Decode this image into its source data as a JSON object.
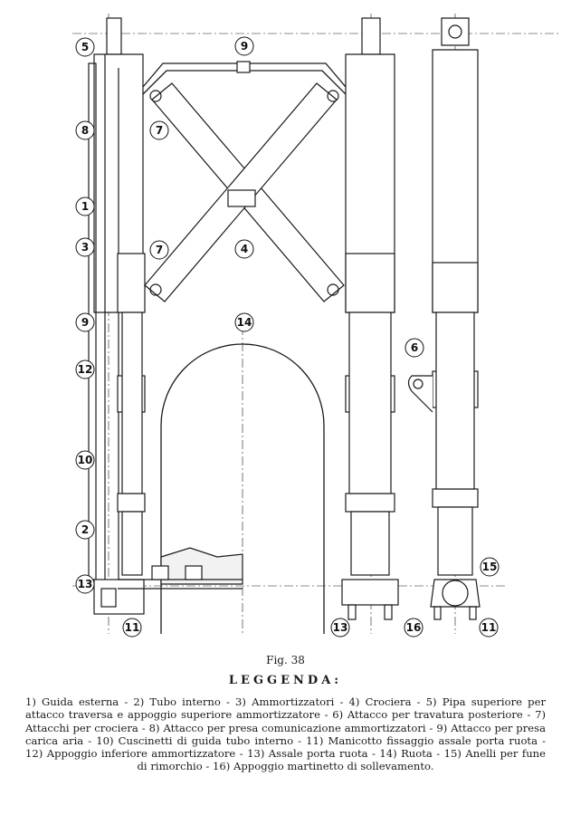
{
  "figure": {
    "caption": "Fig. 38",
    "legend_title": "LEGGENDA:",
    "legend_text": "1) Guida esterna - 2) Tubo interno - 3) Ammortizzatori - 4) Crociera - 5) Pipa superiore per attacco traversa e appoggio superiore ammortizzatore - 6) Attacco per travatura posteriore - 7) Attacchi per crociera - 8) Attacco per presa comunicazione ammortizzatori - 9) Attacco per presa carica aria - 10) Cuscinetti di guida tubo interno - 11) Manicotto fissaggio assale porta ruota - 12) Appoggio inferiore ammortizzatore - 13) Assale porta ruota - 14) Ruota - 15) Anelli per fune di rimorchio - 16) Appoggio martinetto di sollevamento."
  },
  "callouts": [
    {
      "id": "c5a",
      "label": "5"
    },
    {
      "id": "c9a",
      "label": "9"
    },
    {
      "id": "c8",
      "label": "8"
    },
    {
      "id": "c7a",
      "label": "7"
    },
    {
      "id": "c1",
      "label": "1"
    },
    {
      "id": "c3",
      "label": "3"
    },
    {
      "id": "c4",
      "label": "4"
    },
    {
      "id": "c7b",
      "label": "7"
    },
    {
      "id": "c14",
      "label": "14"
    },
    {
      "id": "c9b",
      "label": "9"
    },
    {
      "id": "c12",
      "label": "12"
    },
    {
      "id": "c6",
      "label": "6"
    },
    {
      "id": "c10",
      "label": "10"
    },
    {
      "id": "c2",
      "label": "2"
    },
    {
      "id": "c13a",
      "label": "13"
    },
    {
      "id": "c15",
      "label": "15"
    },
    {
      "id": "c11a",
      "label": "11"
    },
    {
      "id": "c13b",
      "label": "13"
    },
    {
      "id": "c16",
      "label": "16"
    },
    {
      "id": "c11b",
      "label": "11"
    }
  ]
}
